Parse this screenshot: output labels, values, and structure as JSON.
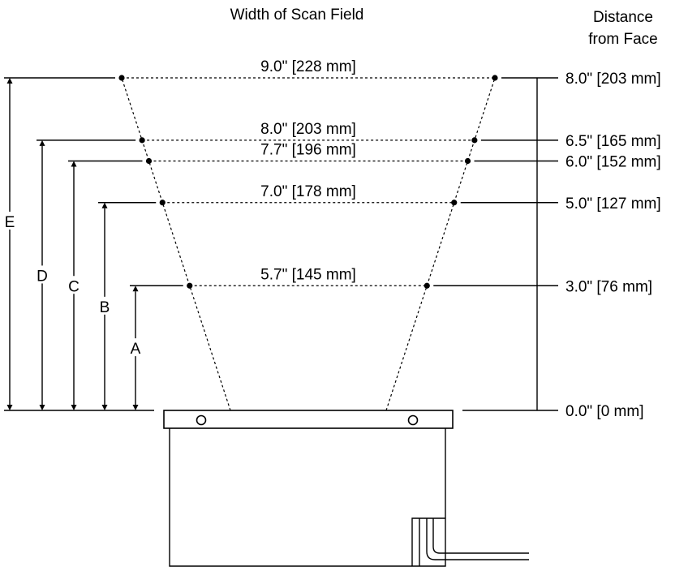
{
  "headers": {
    "width": "Width of Scan Field",
    "distance_line1": "Distance",
    "distance_line2": "from Face"
  },
  "field_rows": [
    {
      "distance_in": 8.0,
      "width_label": "9.0\" [228 mm]",
      "distance_label": "8.0\" [203 mm]",
      "letter": "E"
    },
    {
      "distance_in": 6.5,
      "width_label": "8.0\" [203 mm]",
      "distance_label": "6.5\" [165 mm]",
      "letter": "D"
    },
    {
      "distance_in": 6.0,
      "width_label": "7.7\" [196 mm]",
      "distance_label": "6.0\" [152 mm]",
      "letter": "C"
    },
    {
      "distance_in": 5.0,
      "width_label": "7.0\" [178 mm]",
      "distance_label": "5.0\" [127 mm]",
      "letter": "B"
    },
    {
      "distance_in": 3.0,
      "width_label": "5.7\" [145 mm]",
      "distance_label": "3.0\" [76 mm]",
      "letter": "A"
    }
  ],
  "face_label": "0.0\" [0 mm]"
}
